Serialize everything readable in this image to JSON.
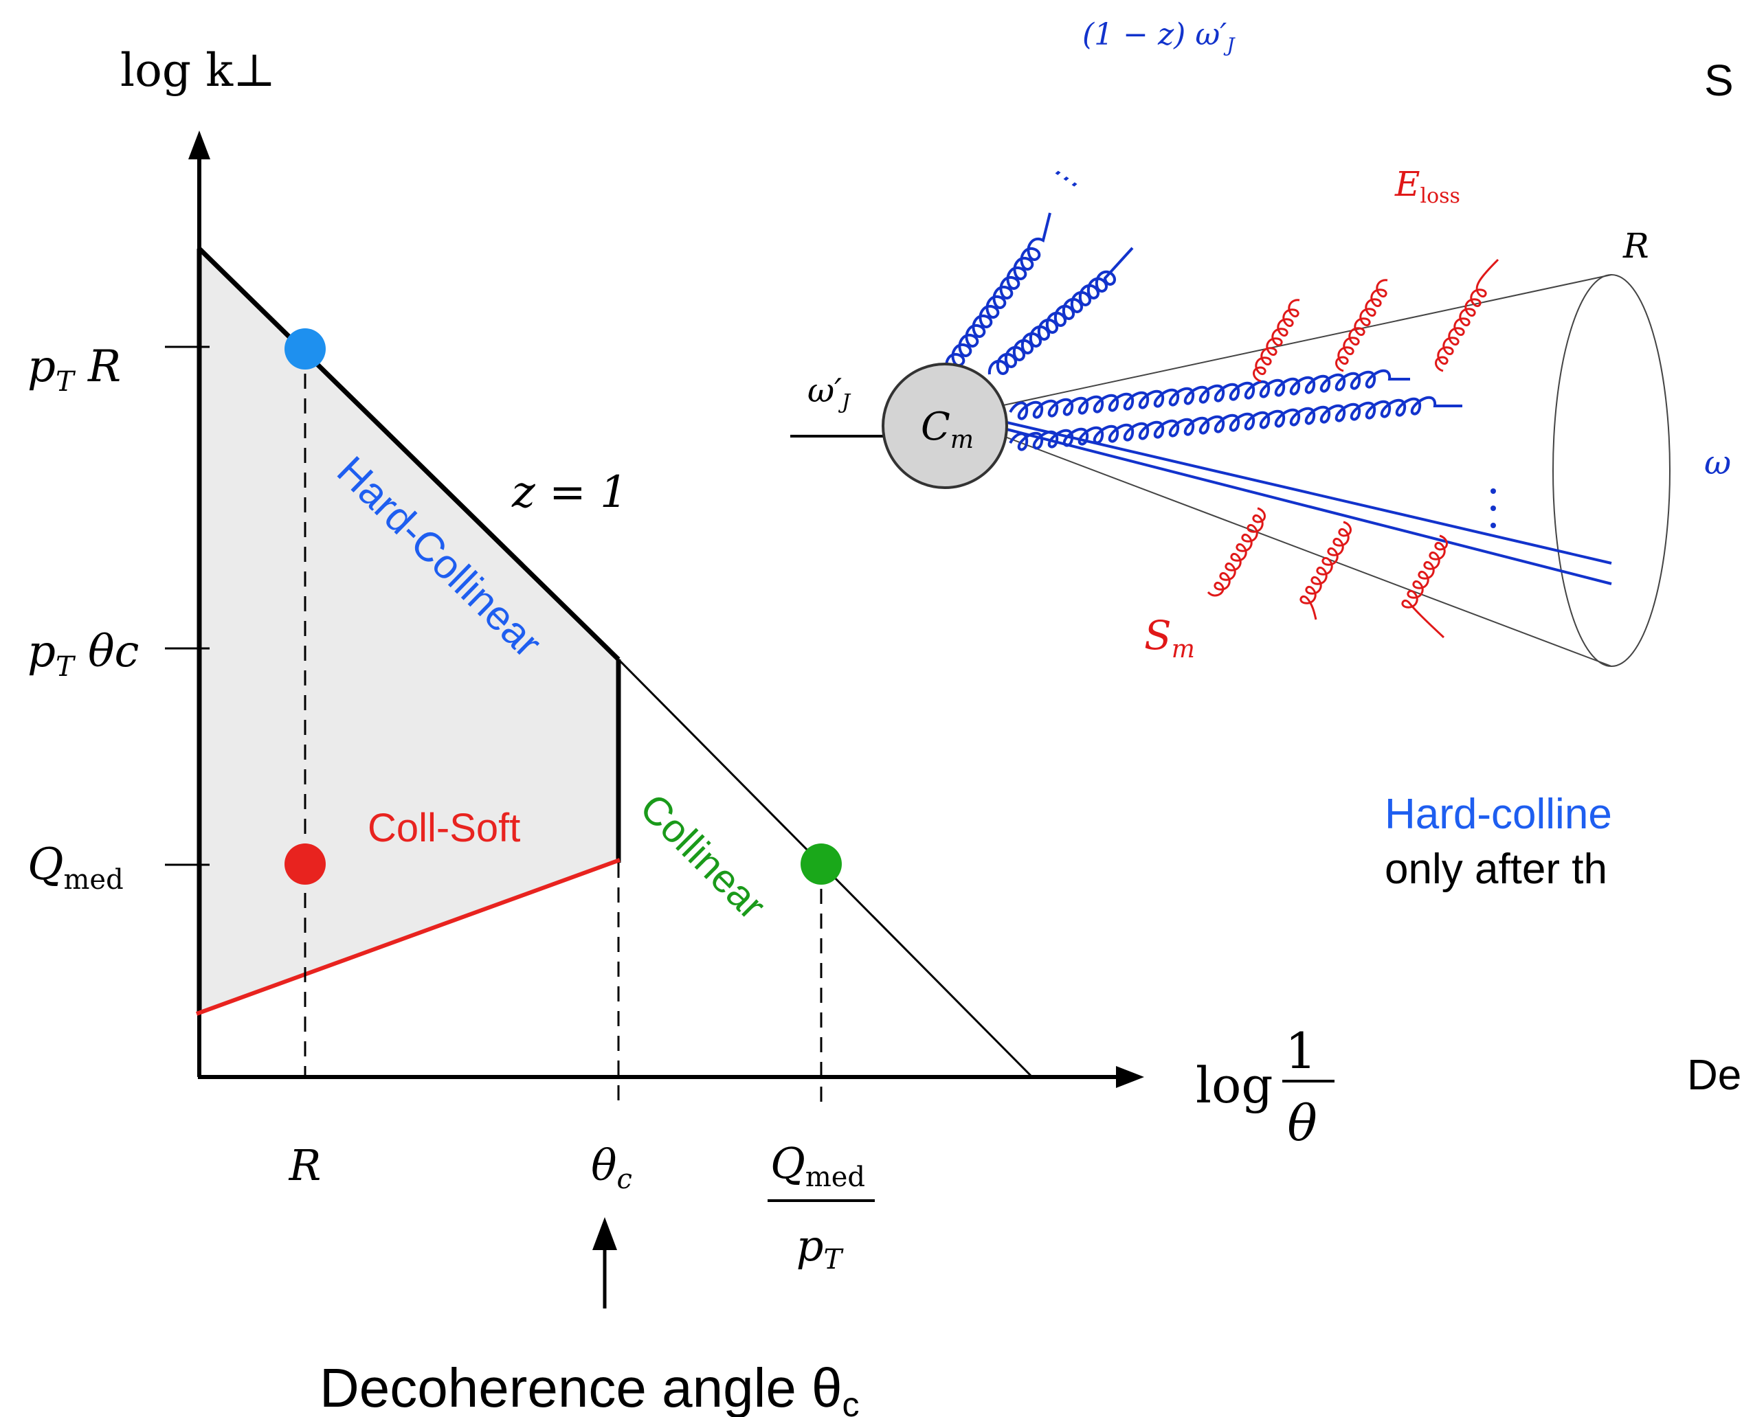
{
  "plot": {
    "y_axis_label": "log k⊥",
    "x_axis_label_prefix": "log",
    "x_axis_fraction_num": "1",
    "x_axis_fraction_den": "θ",
    "y_ticks": [
      {
        "main": "p",
        "sub": "T",
        "tail": " R"
      },
      {
        "main": "p",
        "sub": "T",
        "tail": " θc"
      },
      {
        "main": "Q",
        "sub": "med",
        "tail": ""
      }
    ],
    "x_ticks": {
      "r": "R",
      "theta_c": "θ",
      "theta_c_sub": "c",
      "q_med_num": "Q",
      "q_med_num_sub": "med",
      "q_med_den": "p",
      "q_med_den_sub": "T"
    },
    "z_label": "z = 1",
    "regions": {
      "hard_collinear": "Hard-Collinear",
      "coll_soft": "Coll-Soft",
      "collinear": "Collinear"
    },
    "caption": "Decoherence angle θ",
    "caption_sub": "c"
  },
  "jet": {
    "top_label": "(1 − z) ω′",
    "top_label_sub": "J",
    "eloss_main": "E",
    "eloss_sub": "loss",
    "r_label": "R",
    "omega_in": "ω′",
    "omega_in_sub": "J",
    "cm_main": "C",
    "cm_sub": "m",
    "sm_main": "S",
    "sm_sub": "m",
    "omega_out": "ω",
    "dots": "⋯"
  },
  "right_text": {
    "top_fragment": "S",
    "blue_fragment": "Hard-colline",
    "black_fragment": "only after th",
    "de_fragment": "De"
  },
  "colors": {
    "region_fill": "#ebebeb",
    "blue_dot": "#1e90ef",
    "red_dot": "#e8231f",
    "green_dot": "#1aa81a",
    "hard_collinear_text": "#1e5ef0",
    "coll_soft_text": "#e8231f",
    "collinear_text": "#1a9a1a",
    "gluon_blue": "#1233cc",
    "gluon_red": "#e01818"
  }
}
